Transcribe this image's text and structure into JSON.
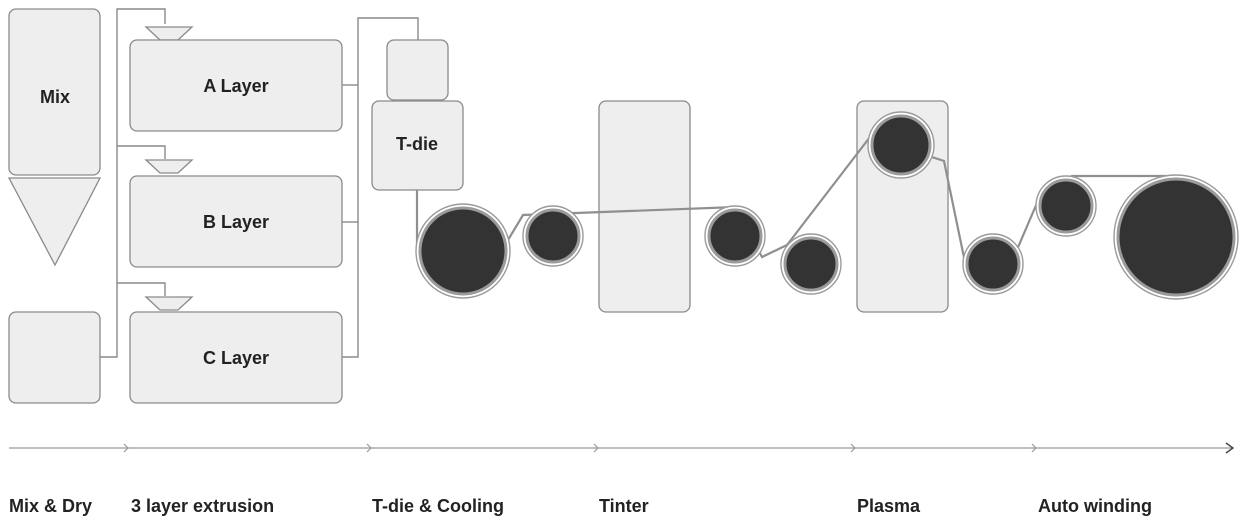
{
  "units": {
    "mix": "Mix",
    "layer_a": "A Layer",
    "layer_b": "B Layer",
    "layer_c": "C Layer",
    "tdie": "T-die"
  },
  "steps": [
    "Mix & Dry",
    "3 layer extrusion",
    "T-die & Cooling",
    "Tinter",
    "Plasma",
    "Auto winding"
  ],
  "colors": {
    "box_fill": "#eeeeee",
    "box_stroke": "#8a8a8a",
    "roll_fill": "#333333",
    "film": "#8f8f8f",
    "text": "#222222"
  }
}
